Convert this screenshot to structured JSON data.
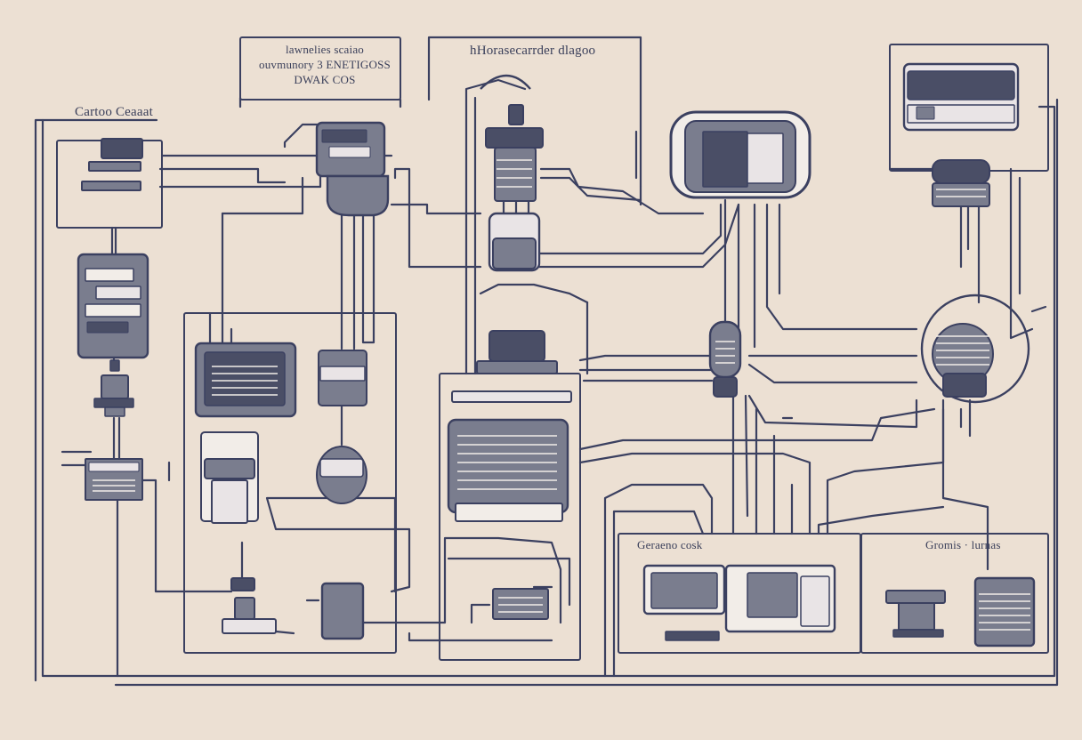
{
  "colors": {
    "background": "#ece0d3",
    "line": "#3b4060",
    "device_fill": "#7a7d8e",
    "device_dark": "#4a4e66",
    "screen_light": "#e9e4e6",
    "accent_light": "#f2ede8"
  },
  "labels": {
    "top_box_line1": "lawnelies scaiao",
    "top_box_line2": "ouvmunory 3 ENETIGOSS",
    "top_box_line3": "DWAK COS",
    "top_center_title": "hHorasecarrder dlagoo",
    "left_title": "Cartoo Ceaaat",
    "bottom_mid_title": "Geraeno cosk",
    "bottom_right_title": "Gromis · lurnas"
  },
  "icons": [
    "computer-terminal-icon",
    "server-tower-icon",
    "router-icon",
    "printer-icon",
    "modem-icon",
    "storage-drive-icon",
    "microphone-icon",
    "monitor-icon",
    "rack-unit-icon",
    "satellite-node-icon",
    "hub-icon",
    "switch-icon"
  ]
}
